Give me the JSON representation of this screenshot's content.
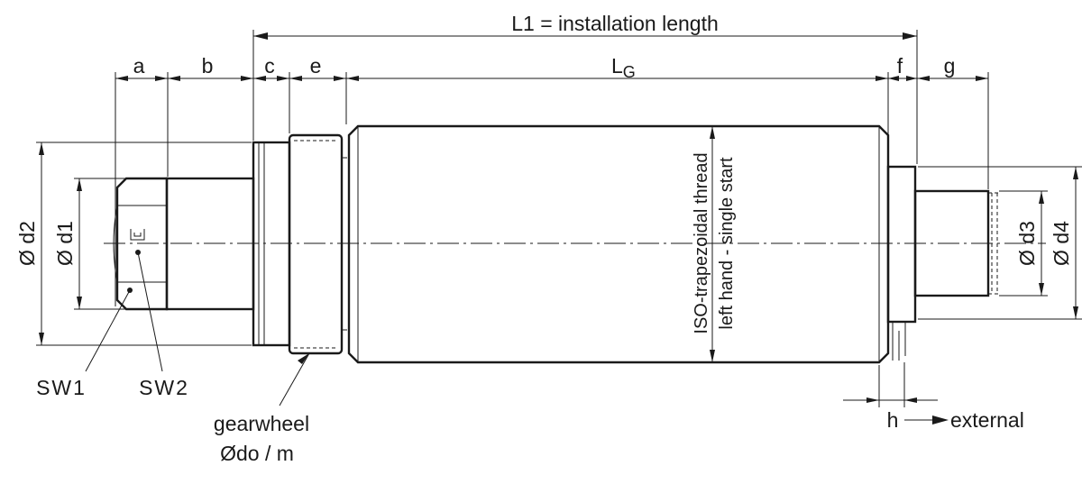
{
  "dimensions": {
    "l1": "L1 = installation length",
    "a": "a",
    "b": "b",
    "c": "c",
    "e": "e",
    "lg_main": "L",
    "lg_sub": "G",
    "f": "f",
    "g": "g",
    "d2": "Ø d2",
    "d1": "Ø d1",
    "d3": "Ø d3",
    "d4": "Ø d4",
    "h": "h",
    "external": "external"
  },
  "labels": {
    "sw1": "SW1",
    "sw2": "SW2",
    "gearwheel_line1": "gearwheel",
    "gearwheel_line2": "Ødo / m",
    "thread_line1": "ISO-trapezoidal thread",
    "thread_line2": "left hand - single start"
  }
}
